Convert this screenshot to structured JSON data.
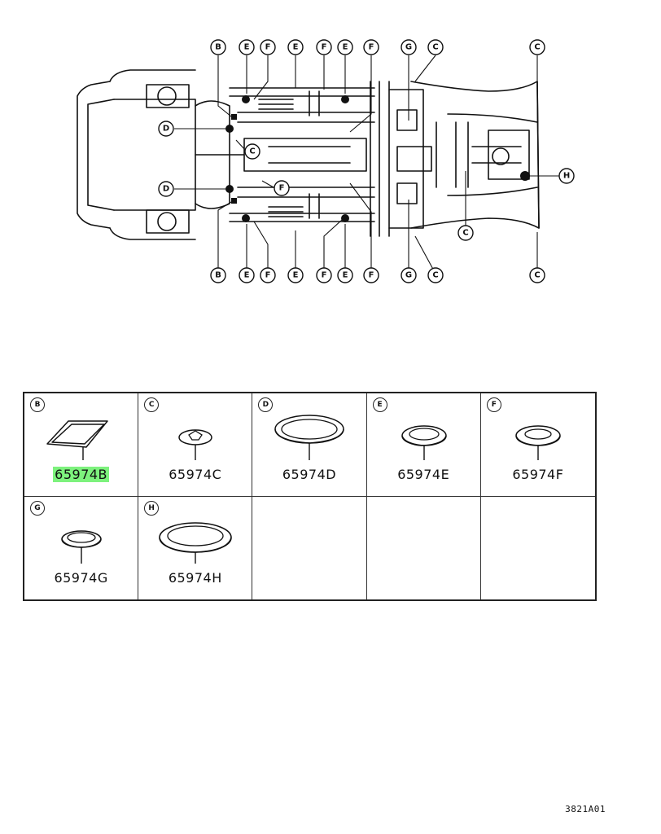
{
  "diagram": {
    "callouts_top": [
      "B",
      "E",
      "F",
      "E",
      "F",
      "E",
      "F",
      "G",
      "C",
      "C"
    ],
    "callouts_bottom": [
      "B",
      "E",
      "F",
      "E",
      "F",
      "E",
      "F",
      "G",
      "C",
      "C"
    ],
    "callouts_side": [
      "D",
      "C",
      "D",
      "F",
      "C",
      "H"
    ]
  },
  "parts": [
    {
      "letter": "B",
      "code": "65974B",
      "highlighted": true,
      "icon": "rectangular-grommet-icon"
    },
    {
      "letter": "C",
      "code": "65974C",
      "highlighted": false,
      "icon": "small-plug-icon"
    },
    {
      "letter": "D",
      "code": "65974D",
      "highlighted": false,
      "icon": "large-oval-plug-icon"
    },
    {
      "letter": "E",
      "code": "65974E",
      "highlighted": false,
      "icon": "round-plug-icon"
    },
    {
      "letter": "F",
      "code": "65974F",
      "highlighted": false,
      "icon": "round-plug-icon"
    },
    {
      "letter": "G",
      "code": "65974G",
      "highlighted": false,
      "icon": "small-oval-plug-icon"
    },
    {
      "letter": "H",
      "code": "65974H",
      "highlighted": false,
      "icon": "large-oval-plug-icon"
    }
  ],
  "colors": {
    "highlight": "#7df27d",
    "line": "#111111"
  },
  "footer": {
    "code": "3821A01"
  }
}
